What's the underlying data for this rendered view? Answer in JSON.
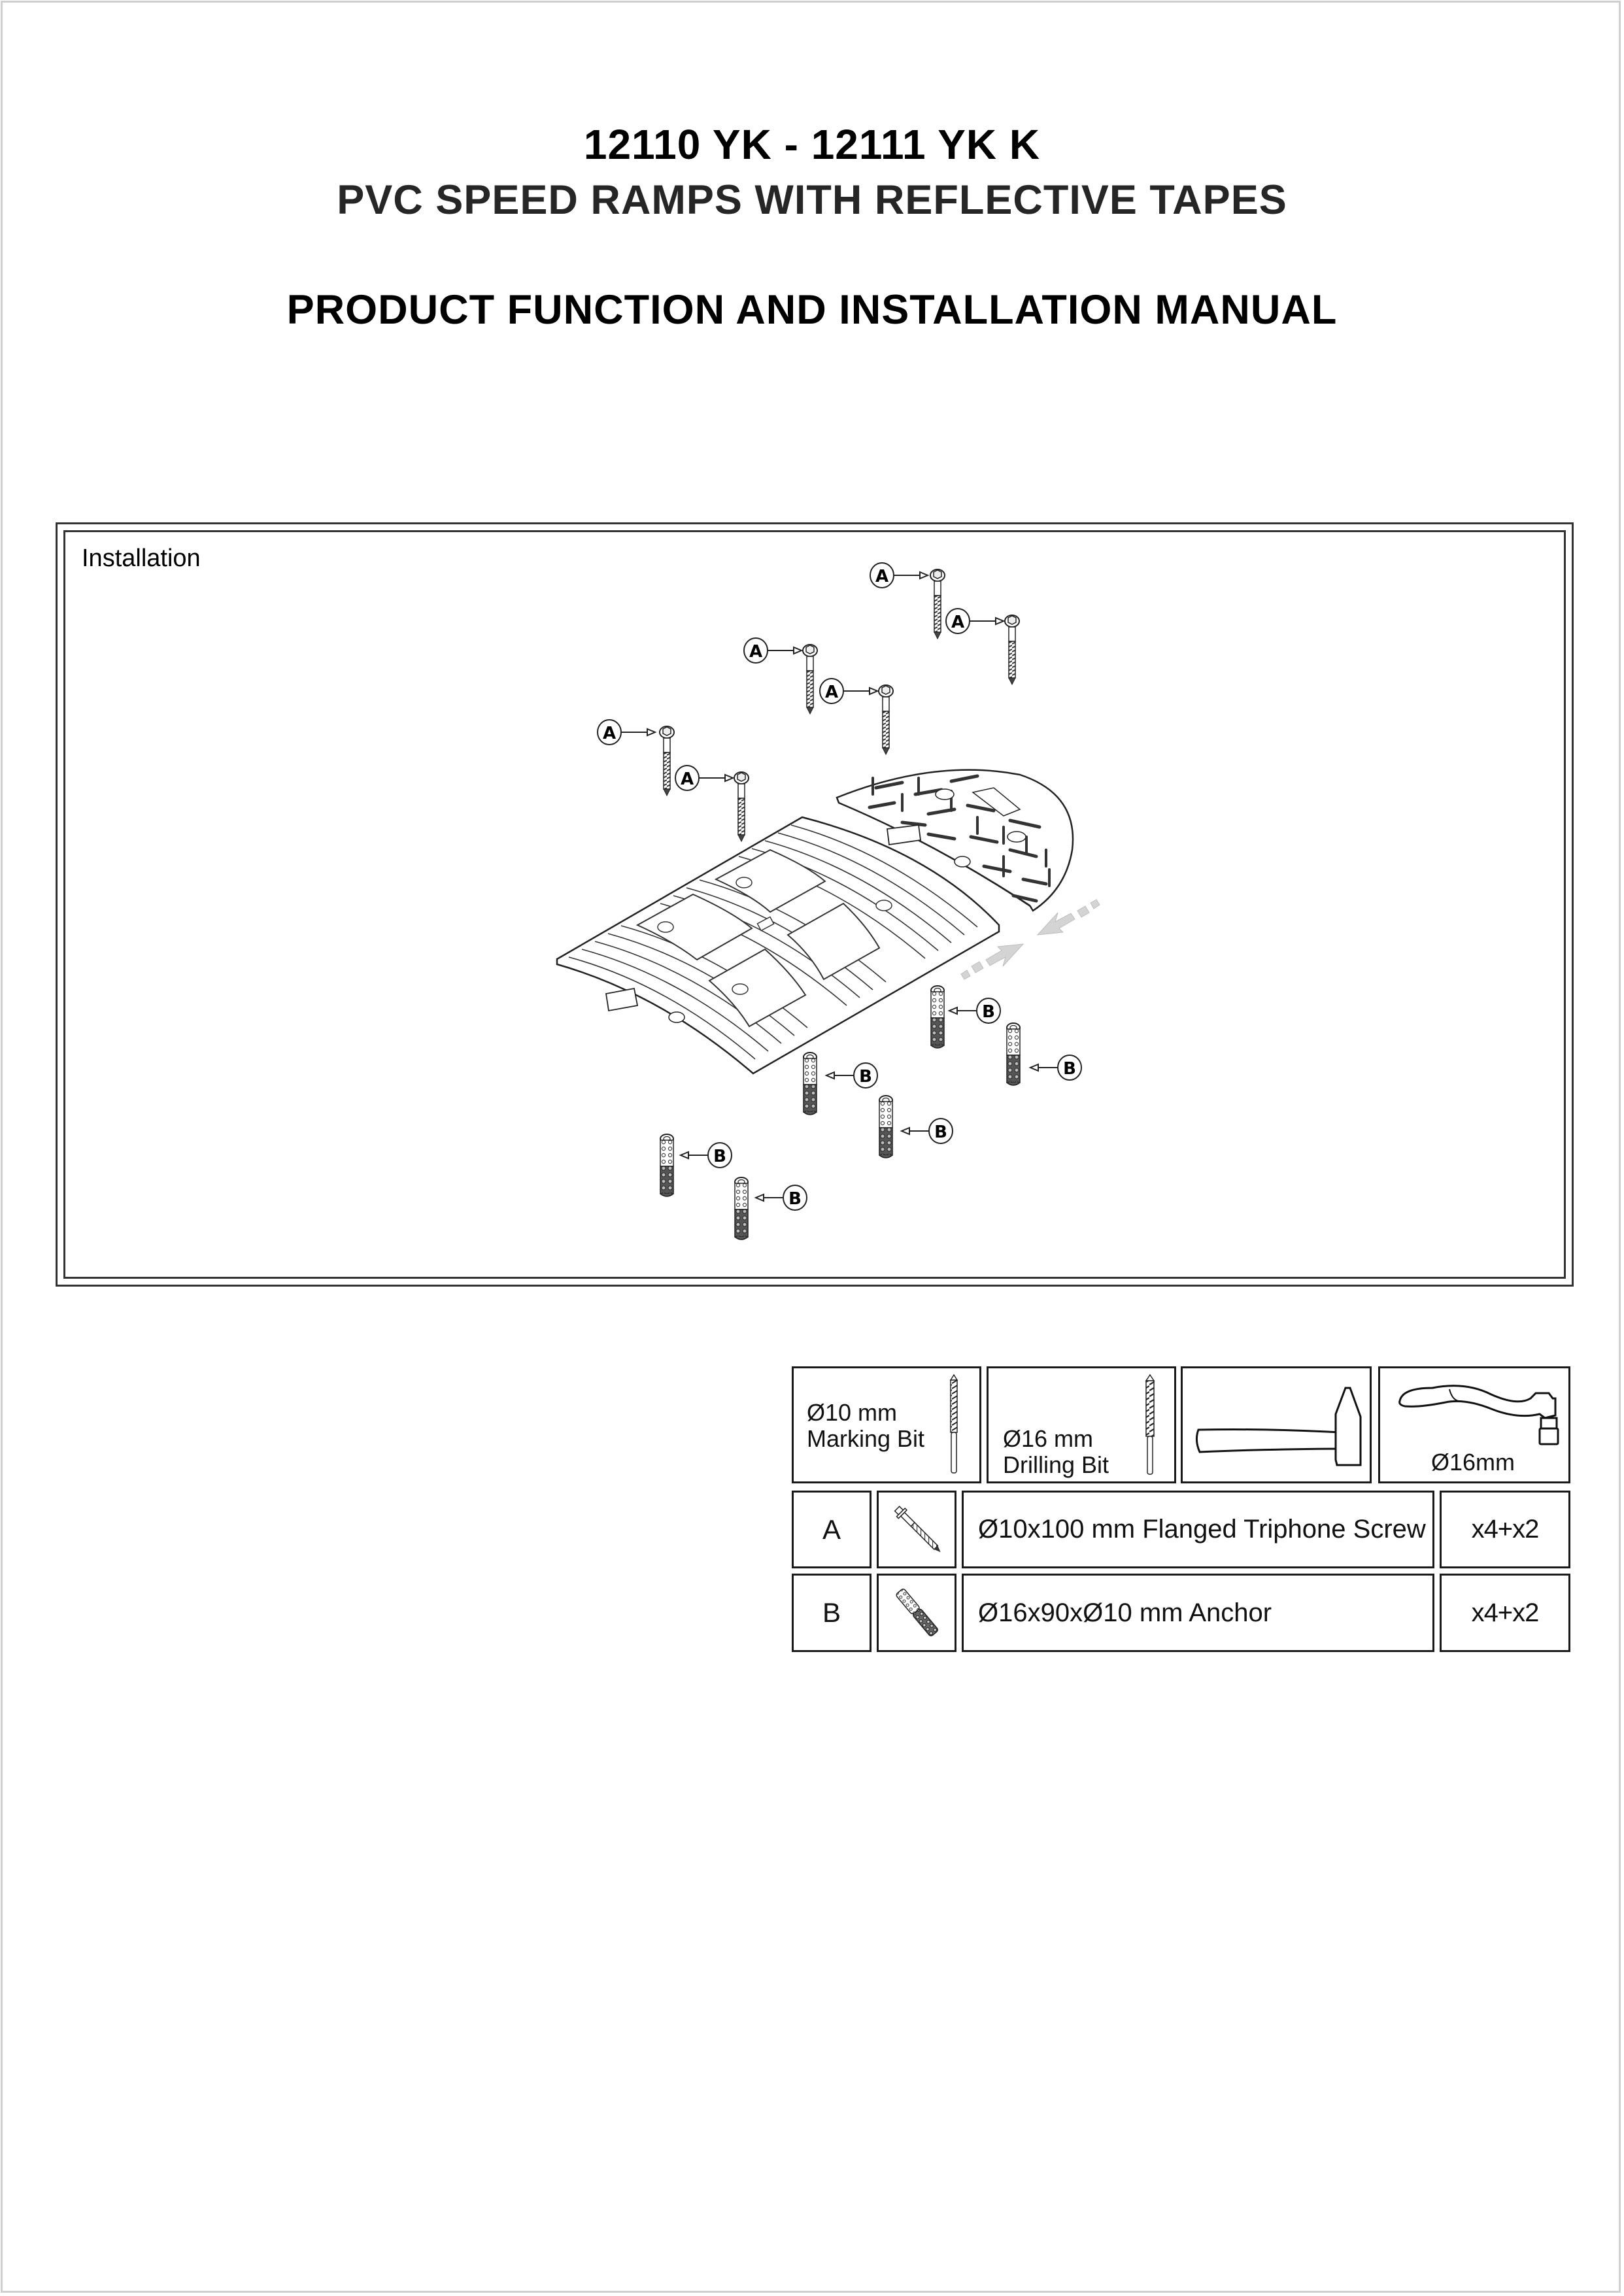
{
  "header": {
    "model_line": "12110 YK - 12111 YK K",
    "product_line": "PVC SPEED RAMPS WITH REFLECTIVE TAPES",
    "manual_title": "PRODUCT FUNCTION AND INSTALLATION MANUAL"
  },
  "installation": {
    "label": "Installation",
    "callout_screw": "A",
    "callout_anchor": "B",
    "arrow_color": "#d4d4d4",
    "line_color": "#222222"
  },
  "tools": [
    {
      "icon": "marking-bit-icon",
      "line1": "Ø10 mm",
      "line2": "Marking Bit"
    },
    {
      "icon": "drilling-bit-icon",
      "line1": "Ø16 mm",
      "line2": "Drilling Bit"
    },
    {
      "icon": "hammer-icon",
      "line1": "",
      "line2": ""
    },
    {
      "icon": "ratchet-wrench-icon",
      "line1": "Ø16mm",
      "line2": ""
    }
  ],
  "parts": [
    {
      "letter": "A",
      "icon": "flanged-screw-icon",
      "description": "Ø10x100 mm Flanged Triphone Screw",
      "quantity": "x4+x2"
    },
    {
      "letter": "B",
      "icon": "wall-anchor-icon",
      "description": "Ø16x90xØ10 mm Anchor",
      "quantity": "x4+x2"
    }
  ]
}
